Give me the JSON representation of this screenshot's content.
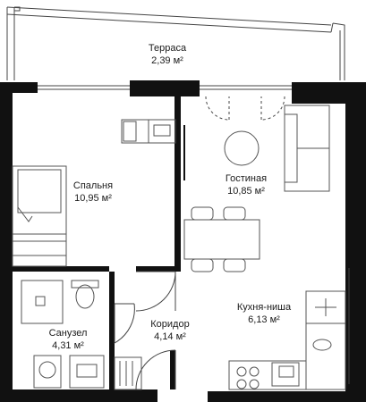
{
  "rooms": {
    "terrace": {
      "name": "Терраса",
      "area": "2,39 м²"
    },
    "bedroom": {
      "name": "Спальня",
      "area": "10,95 м²"
    },
    "living": {
      "name": "Гостиная",
      "area": "10,85 м²"
    },
    "kitchen": {
      "name": "Кухня-ниша",
      "area": "6,13 м²"
    },
    "corridor": {
      "name": "Коридор",
      "area": "4,14 м²"
    },
    "bathroom": {
      "name": "Санузел",
      "area": "4,31 м²"
    }
  },
  "colors": {
    "wall": "#111111",
    "line": "#444444",
    "furniture": "#666666"
  }
}
